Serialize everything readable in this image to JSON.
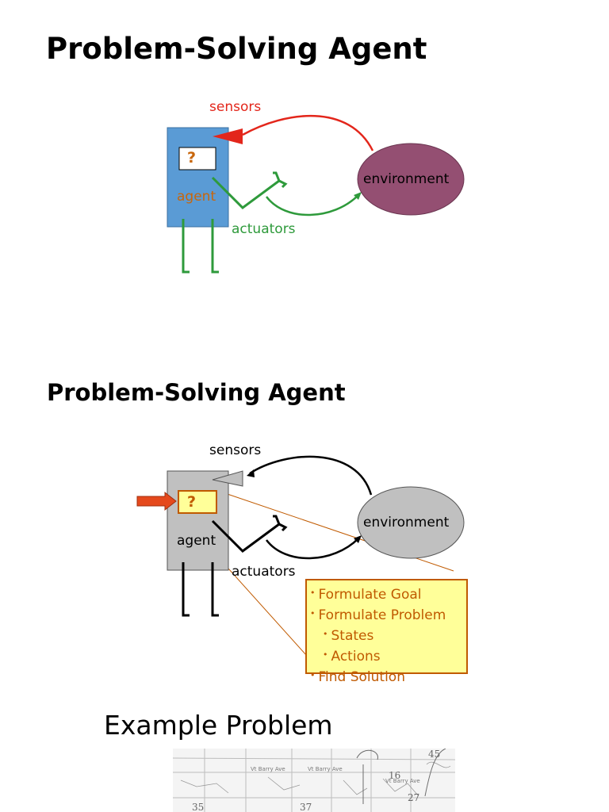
{
  "slide1": {
    "title": "Problem-Solving Agent",
    "sensors": "sensors",
    "agent_box": "?",
    "agent": "agent",
    "environment": "environment",
    "actuators": "actuators",
    "colors": {
      "agent_body": "#5a9bd5",
      "environment": "#944f72",
      "sensors": "#e3261b",
      "actuators": "#2e9a3b",
      "agent_label": "#c8660b"
    }
  },
  "slide2": {
    "title": "Problem-Solving Agent",
    "sensors": "sensors",
    "agent_box": "?",
    "agent": "agent",
    "environment": "environment",
    "actuators": "actuators",
    "callout": {
      "items": [
        "Formulate Goal",
        "Formulate Problem",
        "States",
        "Actions",
        "Find Solution"
      ]
    },
    "colors": {
      "agent_body": "#c0c0c0",
      "environment": "#c0c0c0",
      "box_fill": "#ffff99",
      "accent": "#c05a00",
      "input_arrow": "#e5491c"
    }
  },
  "slide3": {
    "title": "Example Problem",
    "map_labels": [
      "Vt Barry Ave",
      "Vt Barry Ave",
      "Vt Barry Ave",
      "45",
      "16",
      "27",
      "35",
      "37"
    ]
  }
}
